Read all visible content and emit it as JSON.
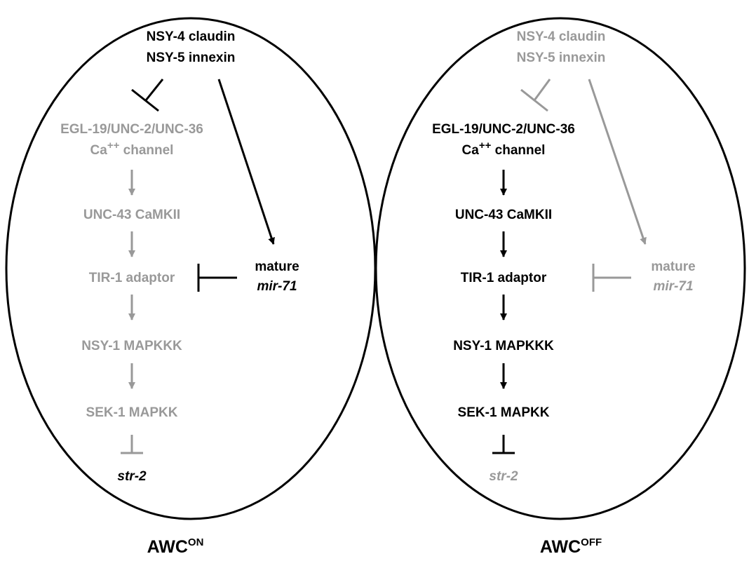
{
  "colors": {
    "active": "#000000",
    "inactive": "#999999"
  },
  "panels": [
    {
      "caption": {
        "base": "AWC",
        "sup": "ON"
      },
      "nodes": {
        "nsy4": {
          "text": "NSY-4 claudin",
          "state": "active"
        },
        "nsy5": {
          "text": "NSY-5 innexin",
          "state": "active"
        },
        "egl19": {
          "text": "EGL-19/UNC-2/UNC-36",
          "state": "inactive"
        },
        "ca_base": {
          "text": "Ca",
          "state": "inactive"
        },
        "ca_sup": {
          "text": "++",
          "state": "inactive"
        },
        "ca_rest": {
          "text": " channel",
          "state": "inactive"
        },
        "unc43": {
          "text": "UNC-43 CaMKII",
          "state": "inactive"
        },
        "tir1": {
          "text": "TIR-1 adaptor",
          "state": "inactive"
        },
        "mature": {
          "text": "mature",
          "state": "active"
        },
        "mir71": {
          "text": "mir-71",
          "state": "active"
        },
        "nsy1": {
          "text": "NSY-1 MAPKKK",
          "state": "inactive"
        },
        "sek1": {
          "text": "SEK-1 MAPKK",
          "state": "inactive"
        },
        "str2": {
          "text": "str-2",
          "state": "active"
        }
      },
      "edges": {
        "inhib_top": "active",
        "arrow_mir": "active",
        "a1": "inactive",
        "a2": "inactive",
        "inhib_mir": "active",
        "a3": "inactive",
        "a4": "inactive",
        "inhib_bottom": "inactive"
      }
    },
    {
      "caption": {
        "base": "AWC",
        "sup": "OFF"
      },
      "nodes": {
        "nsy4": {
          "text": "NSY-4 claudin",
          "state": "inactive"
        },
        "nsy5": {
          "text": "NSY-5 innexin",
          "state": "inactive"
        },
        "egl19": {
          "text": "EGL-19/UNC-2/UNC-36",
          "state": "active"
        },
        "ca_base": {
          "text": "Ca",
          "state": "active"
        },
        "ca_sup": {
          "text": "++",
          "state": "active"
        },
        "ca_rest": {
          "text": " channel",
          "state": "active"
        },
        "unc43": {
          "text": "UNC-43 CaMKII",
          "state": "active"
        },
        "tir1": {
          "text": "TIR-1 adaptor",
          "state": "active"
        },
        "mature": {
          "text": "mature",
          "state": "inactive"
        },
        "mir71": {
          "text": "mir-71",
          "state": "inactive"
        },
        "nsy1": {
          "text": "NSY-1 MAPKKK",
          "state": "active"
        },
        "sek1": {
          "text": "SEK-1 MAPKK",
          "state": "active"
        },
        "str2": {
          "text": "str-2",
          "state": "inactive"
        }
      },
      "edges": {
        "inhib_top": "inactive",
        "arrow_mir": "inactive",
        "a1": "active",
        "a2": "active",
        "inhib_mir": "inactive",
        "a3": "active",
        "a4": "active",
        "inhib_bottom": "active"
      }
    }
  ]
}
